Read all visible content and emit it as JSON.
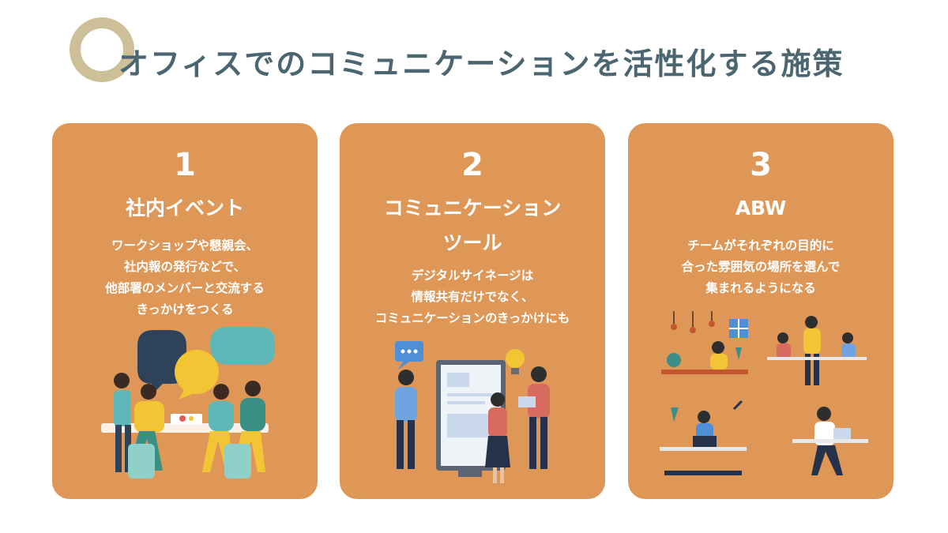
{
  "title": "オフィスでのコミュニケーションを活性化する施策",
  "colors": {
    "accent_ring": "#cdbf98",
    "title": "#4b6670",
    "card_bg": "#de9757",
    "card_text": "#ffffff"
  },
  "cards": [
    {
      "number": "1",
      "heading_lines": [
        "社内イベント"
      ],
      "description_lines": [
        "ワークショップや懇親会、",
        "社内報の発行などで、",
        "他部署のメンバーと交流する",
        "きっかけをつくる"
      ],
      "illustration": "team-meeting-illustration"
    },
    {
      "number": "2",
      "heading_lines": [
        "コミュニケーション",
        "ツール"
      ],
      "description_lines": [
        "デジタルサイネージは",
        "情報共有だけでなく、",
        "コミュニケーションのきっかけにも"
      ],
      "illustration": "digital-signage-illustration"
    },
    {
      "number": "3",
      "heading_lines": [
        "ABW"
      ],
      "description_lines": [
        "チームがそれぞれの目的に",
        "合った雰囲気の場所を選んで",
        "集まれるようになる"
      ],
      "illustration": "activity-based-working-illustration"
    }
  ]
}
